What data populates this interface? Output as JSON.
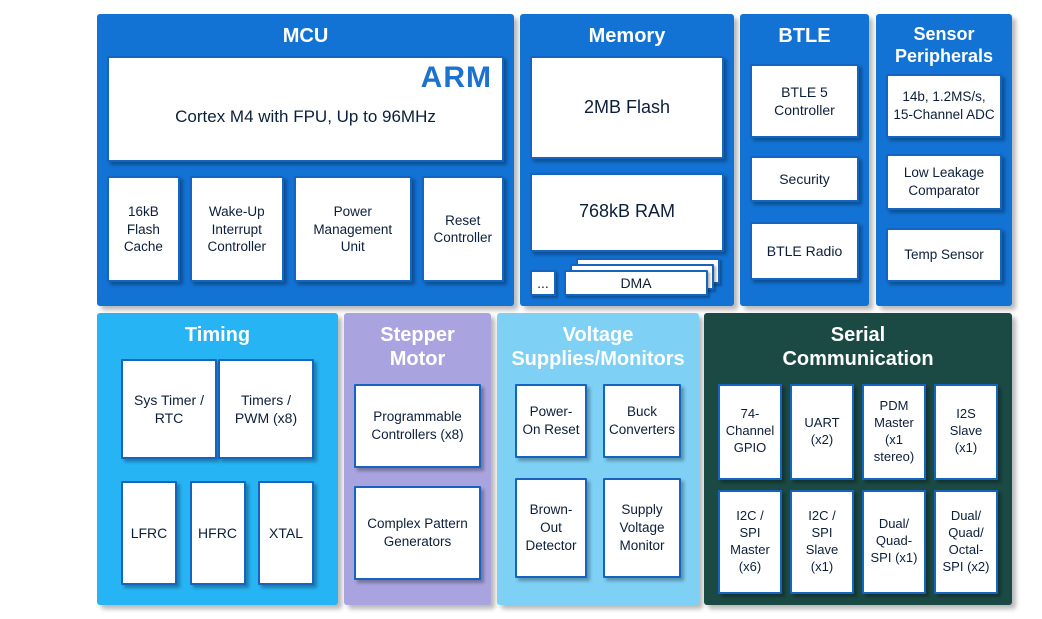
{
  "colors": {
    "section_blue": "#1273d4",
    "timing_cyan": "#27b4f4",
    "stepper_purple": "#a9a3e0",
    "voltage_light_blue": "#7fd0f5",
    "serial_dark_teal": "#1b4a44",
    "box_border_blue": "#1565c0",
    "arm_blue": "#1b73cf"
  },
  "top": {
    "mcu": {
      "title": "MCU",
      "arm": "ARM",
      "core": "Cortex M4 with FPU, Up to 96MHz",
      "boxes": [
        "16kB Flash Cache",
        "Wake-Up Interrupt Controller",
        "Power Management Unit",
        "Reset Controller"
      ]
    },
    "memory": {
      "title": "Memory",
      "flash": "2MB Flash",
      "ram": "768kB RAM",
      "dma": "DMA",
      "more": "..."
    },
    "btle": {
      "title": "BTLE",
      "boxes": [
        "BTLE 5 Controller",
        "Security",
        "BTLE Radio"
      ]
    },
    "sensor": {
      "title": "Sensor Peripherals",
      "boxes": [
        "14b, 1.2MS/s, 15-Channel ADC",
        "Low Leakage Comparator",
        "Temp Sensor"
      ]
    }
  },
  "bottom": {
    "timing": {
      "title": "Timing",
      "row1": [
        "Sys Timer / RTC",
        "Timers / PWM (x8)"
      ],
      "row2": [
        "LFRC",
        "HFRC",
        "XTAL"
      ]
    },
    "stepper": {
      "title": "Stepper Motor",
      "boxes": [
        "Programmable Controllers (x8)",
        "Complex Pattern Generators"
      ]
    },
    "voltage": {
      "title": "Voltage Supplies/Monitors",
      "boxes": [
        "Power-On Reset",
        "Buck Converters",
        "Brown-Out Detector",
        "Supply Voltage Monitor"
      ]
    },
    "serial": {
      "title": "Serial Communication",
      "row1": [
        "74-Channel GPIO",
        "UART (x2)",
        "PDM Master (x1 stereo)",
        "I2S Slave (x1)"
      ],
      "row2": [
        "I2C / SPI Master (x6)",
        "I2C / SPI Slave (x1)",
        "Dual/ Quad-SPI (x1)",
        "Dual/ Quad/ Octal-SPI (x2)"
      ]
    }
  }
}
